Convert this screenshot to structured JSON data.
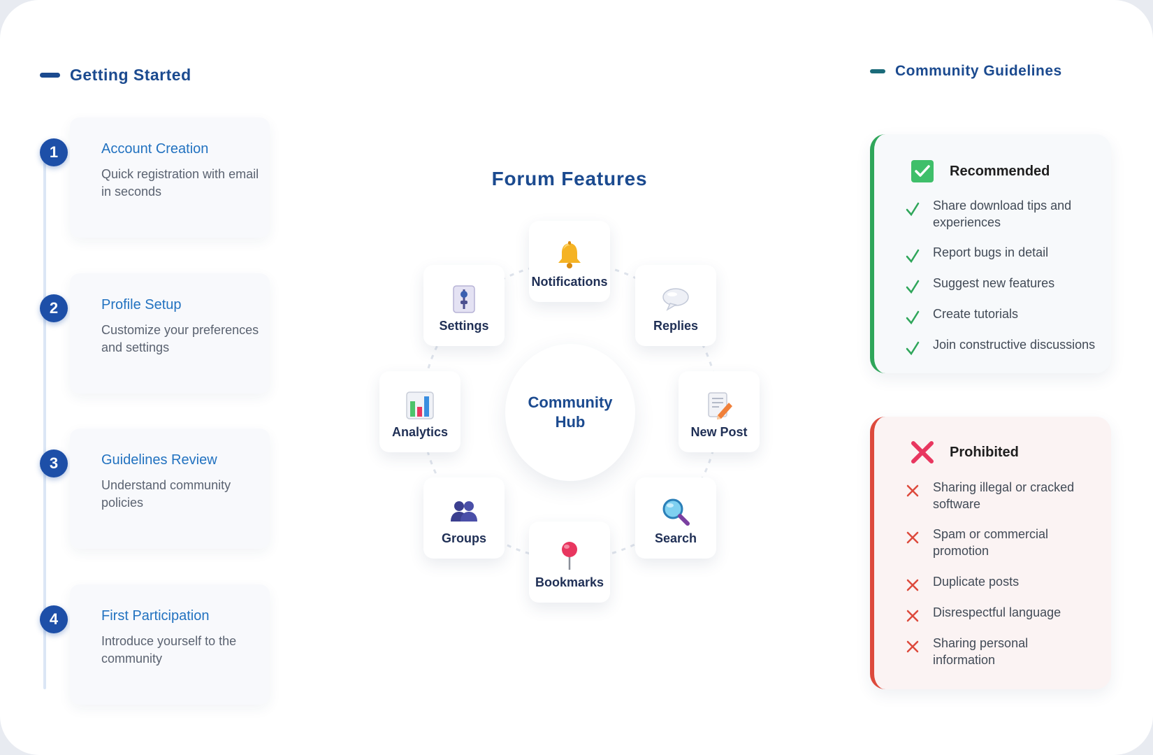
{
  "getting_started": {
    "title": "Getting Started",
    "steps": [
      {
        "number": "1",
        "title": "Account Creation",
        "desc": "Quick registration with email in seconds"
      },
      {
        "number": "2",
        "title": "Profile Setup",
        "desc": "Customize your preferences and settings"
      },
      {
        "number": "3",
        "title": "Guidelines Review",
        "desc": "Understand community policies"
      },
      {
        "number": "4",
        "title": "First Participation",
        "desc": "Introduce yourself to the community"
      }
    ]
  },
  "forum_features": {
    "title": "Forum Features",
    "hub_label": "Community Hub",
    "features": [
      {
        "label": "Notifications",
        "icon": "bell-icon"
      },
      {
        "label": "Replies",
        "icon": "speech-bubble-icon"
      },
      {
        "label": "New Post",
        "icon": "memo-pencil-icon"
      },
      {
        "label": "Search",
        "icon": "magnifier-icon"
      },
      {
        "label": "Bookmarks",
        "icon": "pushpin-icon"
      },
      {
        "label": "Groups",
        "icon": "people-icon"
      },
      {
        "label": "Analytics",
        "icon": "bar-chart-icon"
      },
      {
        "label": "Settings",
        "icon": "sliders-icon"
      }
    ]
  },
  "guidelines": {
    "title": "Community Guidelines",
    "recommended": {
      "title": "Recommended",
      "accent_color": "#2fa65a",
      "items": [
        "Share download tips and experiences",
        "Report bugs in detail",
        "Suggest new features",
        "Create tutorials",
        "Join constructive discussions"
      ]
    },
    "prohibited": {
      "title": "Prohibited",
      "accent_color": "#dd4a3c",
      "items": [
        "Sharing illegal or cracked software",
        "Spam or commercial promotion",
        "Duplicate posts",
        "Disrespectful language",
        "Sharing personal information"
      ]
    }
  }
}
